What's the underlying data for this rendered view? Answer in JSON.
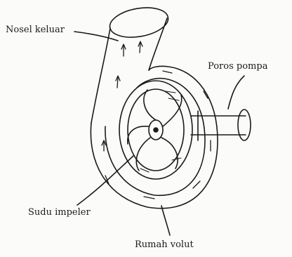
{
  "labels": {
    "outlet_nozzle": "Nosel keluar",
    "pump_shaft": "Poros pompa",
    "impeller_blade": "Sudu impeler",
    "volute_casing": "Rumah volut"
  },
  "colors": {
    "ink": "#1a1a1a",
    "paper": "#fbfbf9"
  }
}
